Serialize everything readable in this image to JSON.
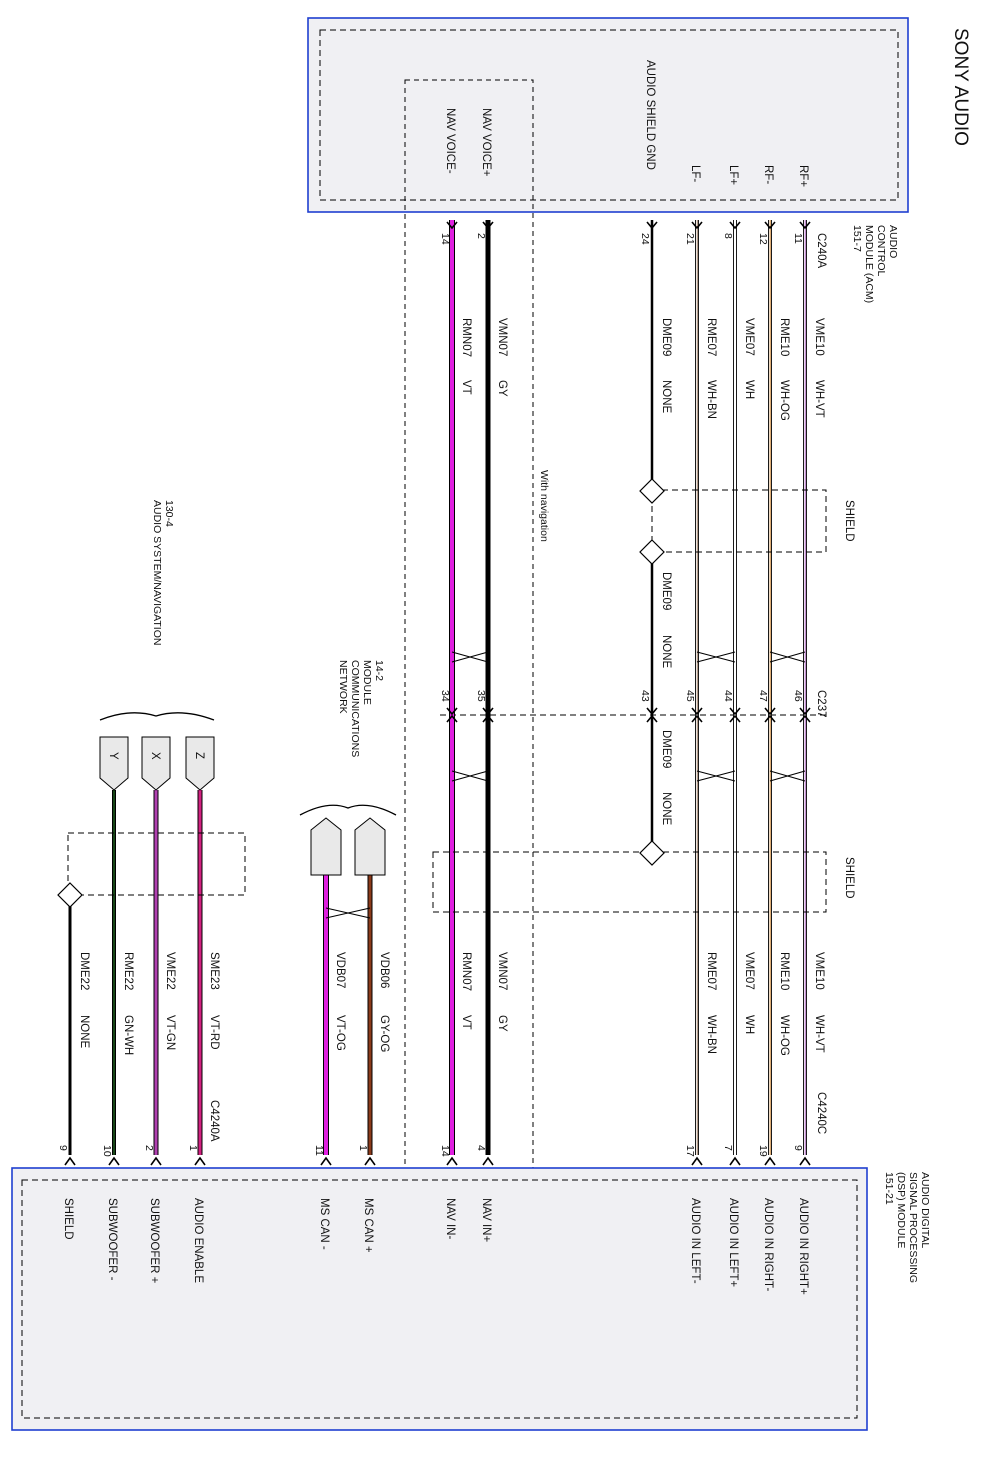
{
  "title": "SONY AUDIO",
  "acm": {
    "name_lines": [
      "AUDIO",
      "CONTROL",
      "MODULE (ACM)",
      "151-7"
    ],
    "connector": "C240A",
    "pins": {
      "rf_plus": {
        "label": "RF+",
        "pin": "11"
      },
      "rf_minus": {
        "label": "RF-",
        "pin": "12"
      },
      "lf_plus": {
        "label": "LF+",
        "pin": "8"
      },
      "lf_minus": {
        "label": "LF-",
        "pin": "21"
      },
      "shield_gnd": {
        "label": "AUDIO SHIELD GND",
        "pin": "24"
      },
      "nav_voice_plus": {
        "label": "NAV VOICE+",
        "pin": "2"
      },
      "nav_voice_minus": {
        "label": "NAV VOICE-",
        "pin": "14"
      }
    }
  },
  "dsp": {
    "name_lines": [
      "AUDIO DIGITAL",
      "SIGNAL PROCESSING",
      "(DSP) MODULE",
      "151-21"
    ],
    "connector_right": "C4240C",
    "connector_left": "C4240A",
    "pins": {
      "audio_in_right_plus": {
        "label": "AUDIO IN RIGHT+",
        "pin": "9"
      },
      "audio_in_right_minus": {
        "label": "AUDIO IN RIGHT-",
        "pin": "19"
      },
      "audio_in_left_plus": {
        "label": "AUDIO IN LEFT+",
        "pin": "7"
      },
      "audio_in_left_minus": {
        "label": "AUDIO IN LEFT-",
        "pin": "17"
      },
      "nav_in_plus": {
        "label": "NAV IN+",
        "pin": "4"
      },
      "nav_in_minus": {
        "label": "NAV IN-",
        "pin": "14"
      },
      "ms_can_plus": {
        "label": "MS CAN +",
        "pin": "1"
      },
      "ms_can_minus": {
        "label": "MS CAN -",
        "pin": "11"
      },
      "audio_enable": {
        "label": "AUDIO ENABLE",
        "pin": "1"
      },
      "subwoofer_plus": {
        "label": "SUBWOOFER +",
        "pin": "2"
      },
      "subwoofer_minus": {
        "label": "SUBWOOFER -",
        "pin": "10"
      },
      "shield": {
        "label": "SHIELD",
        "pin": "9"
      }
    }
  },
  "inline_connector": {
    "name": "C237",
    "pins": {
      "rf_plus": "46",
      "rf_minus": "47",
      "lf_plus": "44",
      "lf_minus": "45",
      "shield": "43",
      "nav_plus": "35",
      "nav_minus": "34"
    }
  },
  "circuits": {
    "rf_plus": {
      "code": "VME10",
      "color": "WH-VT"
    },
    "rf_minus": {
      "code": "RME10",
      "color": "WH-OG"
    },
    "lf_plus": {
      "code": "VME07",
      "color": "WH"
    },
    "lf_minus": {
      "code": "RME07",
      "color": "WH-BN"
    },
    "shield": {
      "code": "DME09",
      "color": "NONE"
    },
    "nav_plus": {
      "code": "VMN07",
      "color": "GY"
    },
    "nav_minus": {
      "code": "RMN07",
      "color": "VT"
    },
    "ms_can_plus": {
      "code": "VDB06",
      "color": "GY-OG"
    },
    "ms_can_minus": {
      "code": "VDB07",
      "color": "VT-OG"
    },
    "audio_enable": {
      "code": "SME23",
      "color": "VT-RD"
    },
    "sub_plus": {
      "code": "VME22",
      "color": "VT-GN"
    },
    "sub_minus": {
      "code": "RME22",
      "color": "GN-WH"
    },
    "sub_shield": {
      "code": "DME22",
      "color": "NONE"
    }
  },
  "labels": {
    "shield": "SHIELD",
    "with_navigation": "With navigation",
    "network_lines": [
      "14-2",
      "MODULE",
      "COMMUNICATIONS",
      "NETWORK"
    ],
    "sysnav_lines": [
      "130-4",
      "AUDIO SYSTEM/NAVIGATION"
    ]
  },
  "references": {
    "z": "Z",
    "x": "X",
    "y": "Y"
  },
  "wire_colors": {
    "white": "#ffffff",
    "violet": "#e020e0",
    "magenta": "#cc00cc",
    "orange": "#d08a3a",
    "brown": "#8b3a1a",
    "green": "#2e8b2e",
    "red": "#d22020",
    "black": "#000000",
    "gray_fill": "#f0f0f3",
    "border_blue": "#1f3fd0",
    "connector_fill": "#e9e9e9"
  }
}
